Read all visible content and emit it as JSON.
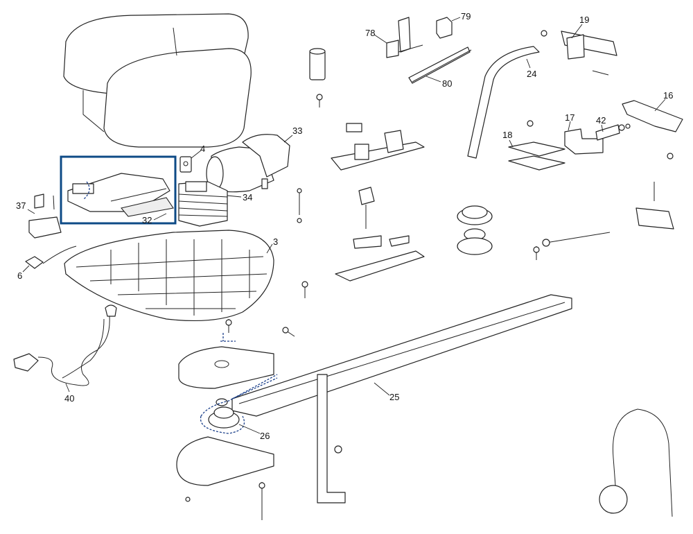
{
  "title": "Exploded parts diagram - garage door opener",
  "labels": {
    "p3": "3",
    "p4": "4",
    "p6": "6",
    "p16": "16",
    "p17": "17",
    "p18": "18",
    "p19": "19",
    "p24": "24",
    "p25": "25",
    "p26": "26",
    "p32": "32",
    "p33": "33",
    "p34": "34",
    "p37": "37",
    "p40": "40",
    "p42": "42",
    "p78": "78",
    "p79": "79",
    "p80": "80"
  },
  "highlight": {
    "part": "32",
    "color": "#0d4a86"
  },
  "accent_color": "#1a3f8a"
}
